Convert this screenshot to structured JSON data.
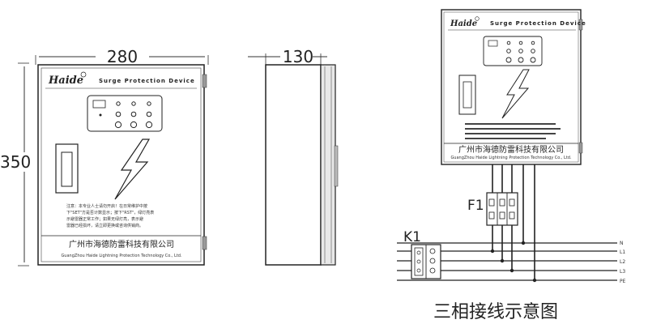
{
  "dimensions": {
    "width": "280",
    "height": "350",
    "depth": "130"
  },
  "front_panel": {
    "brand": "Haide",
    "product_title": "Surge Protection Device",
    "notice_text_line1": "注意：本专业人士请勿开启！在日常维护中按",
    "notice_text_line2": "下\"SET\"方是否计数显示；按下\"RST\"，绿灯亮表",
    "notice_text_line3": "示避雷器正常工作；如果无绿灯亮，表示避",
    "notice_text_line4": "雷器已经损坏，请立即更换或咨询供销商。",
    "company_cn": "广州市海德防雷科技有限公司",
    "company_en": "GuangZhou Haide Lightning Protection Technology Co., Ltd."
  },
  "wiring": {
    "breaker_label": "F1",
    "switch_label": "K1",
    "lines": [
      "N",
      "L1",
      "L2",
      "L3",
      "PE"
    ],
    "caption": "三相接线示意图"
  }
}
